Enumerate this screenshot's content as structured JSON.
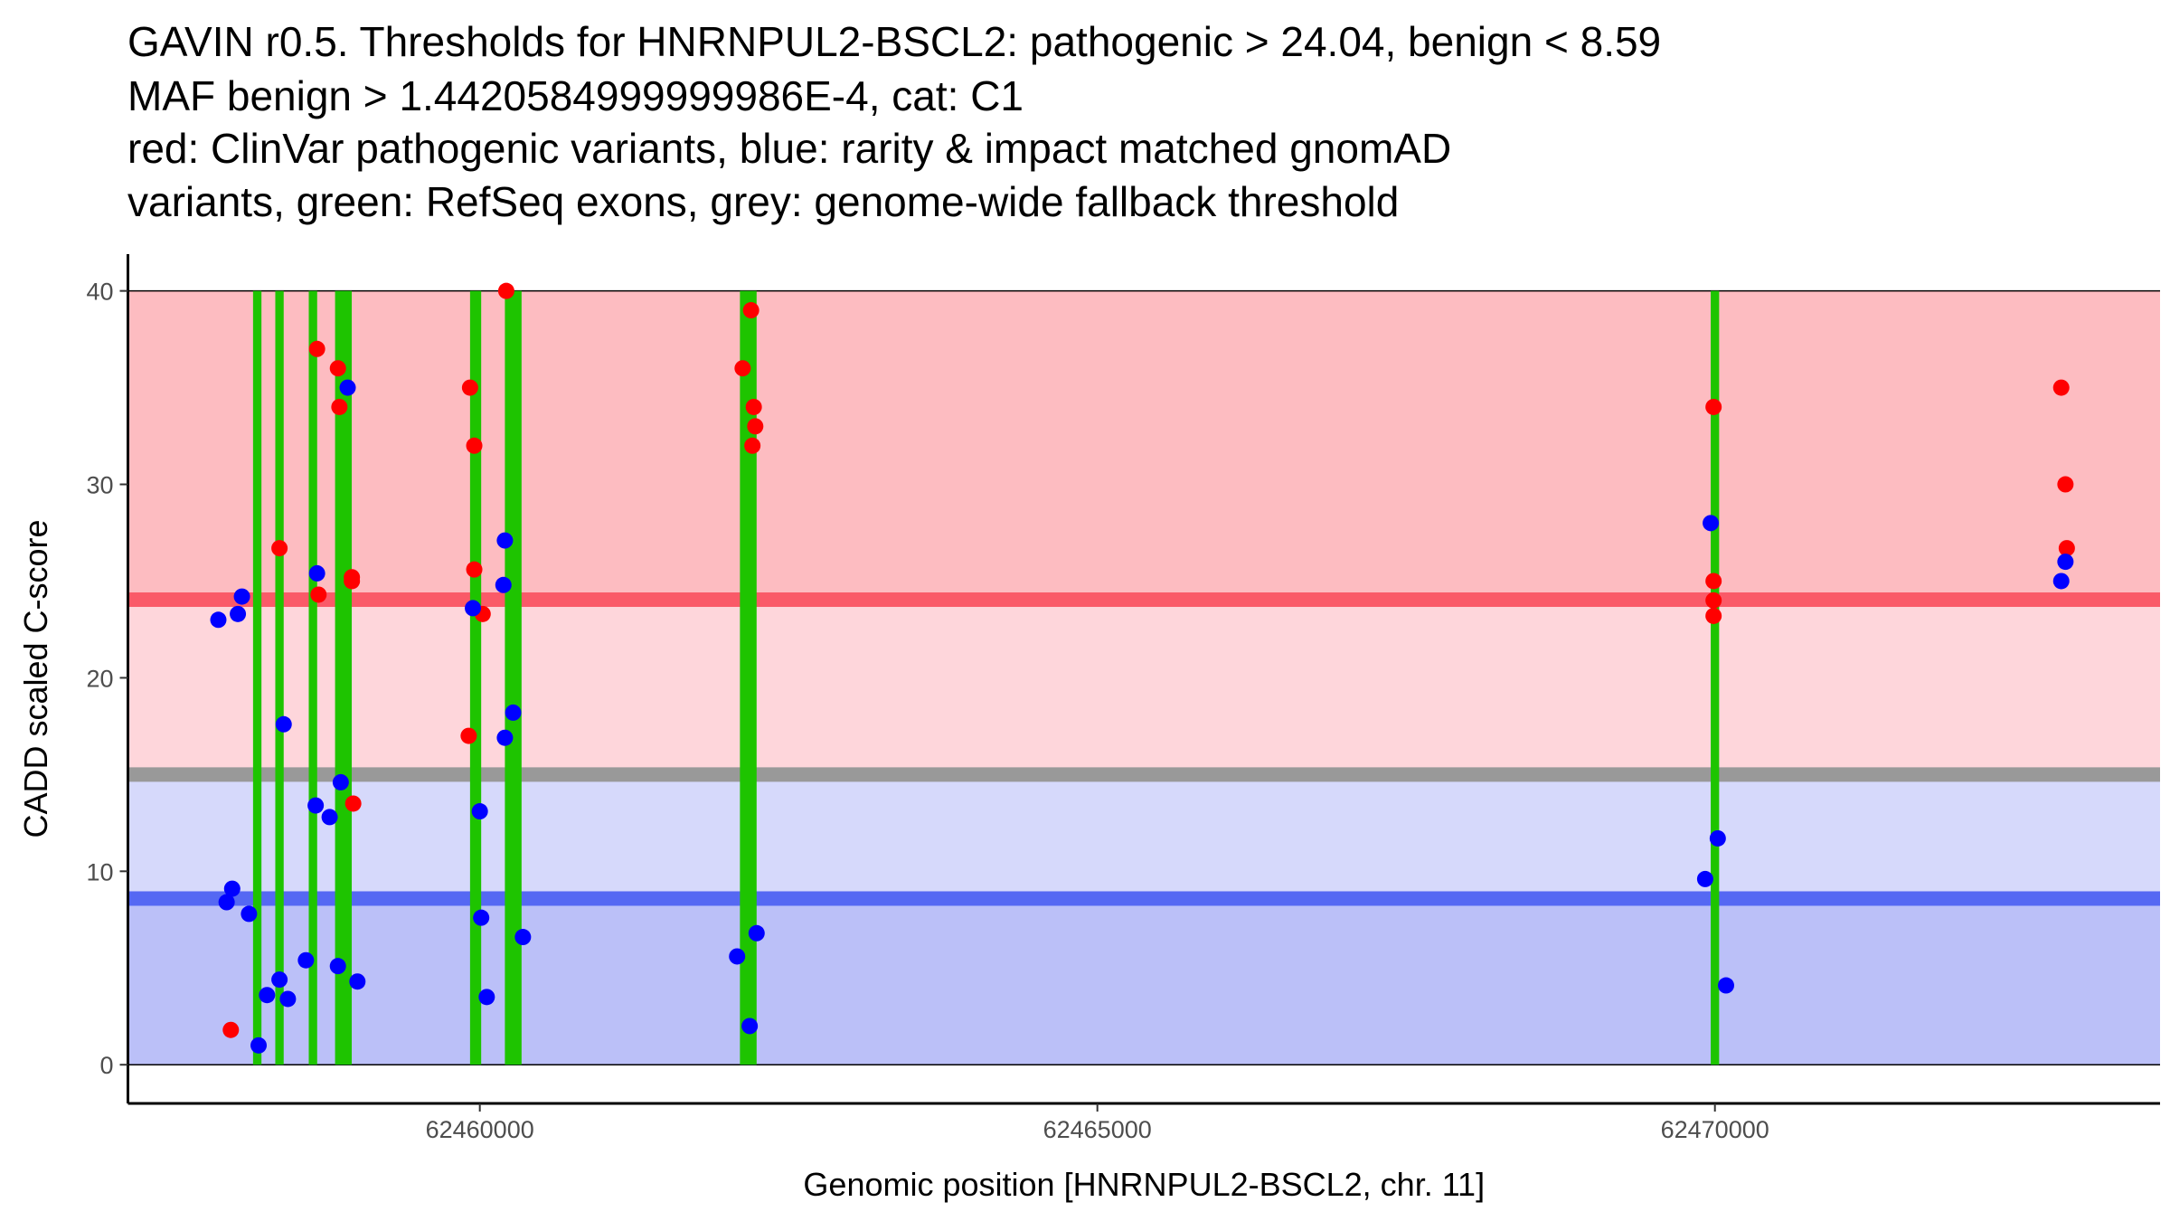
{
  "chart_data": {
    "type": "scatter",
    "title_lines": [
      "GAVIN r0.5. Thresholds for HNRNPUL2-BSCL2: pathogenic > 24.04, benign < 8.59",
      "MAF benign > 1.4420584999999986E-4, cat: C1",
      "red: ClinVar pathogenic variants, blue: rarity & impact matched gnomAD",
      "variants, green: RefSeq exons, grey: genome-wide fallback threshold"
    ],
    "xlabel": "Genomic position [HNRNPUL2-BSCL2, chr. 11]",
    "ylabel": "CADD scaled C-score",
    "xlim": [
      62457151,
      62473604
    ],
    "ylim": [
      -2,
      41.9
    ],
    "x_ticks": [
      {
        "value": 62460000,
        "label": "62460000"
      },
      {
        "value": 62465000,
        "label": "62465000"
      },
      {
        "value": 62470000,
        "label": "62470000"
      }
    ],
    "y_ticks": [
      {
        "value": 0,
        "label": "0"
      },
      {
        "value": 10,
        "label": "10"
      },
      {
        "value": 20,
        "label": "20"
      },
      {
        "value": 30,
        "label": "30"
      },
      {
        "value": 40,
        "label": "40"
      }
    ],
    "thresholds": {
      "pathogenic": 24.04,
      "benign": 8.59,
      "fallback": 15,
      "max": 40,
      "min": 0
    },
    "colors": {
      "pathogenic_band": "#fdbcc1",
      "grey_zone_upper": "#fed6db",
      "grey_zone_lower": "#d6d9fb",
      "benign_band": "#bbc0f8",
      "pathogenic_line": "#fa5a68",
      "fallback_line": "#999999",
      "benign_line": "#5568f3",
      "exon": "#1ec400",
      "clinvar": "#ff0000",
      "gnomad": "#0000ff"
    },
    "exons": [
      [
        62458164,
        62458232
      ],
      [
        62458344,
        62458412
      ],
      [
        62458615,
        62458683
      ],
      [
        62458828,
        62458963
      ],
      [
        62459921,
        62460011
      ],
      [
        62460203,
        62460338
      ],
      [
        62462106,
        62462241
      ],
      [
        62469966,
        62470034
      ]
    ],
    "series": [
      {
        "name": "ClinVar pathogenic",
        "color": "#ff0000",
        "points": [
          [
            62457984,
            1.8
          ],
          [
            62458378,
            26.7
          ],
          [
            62458682,
            37.0
          ],
          [
            62458694,
            24.3
          ],
          [
            62458851,
            36.0
          ],
          [
            62458863,
            34.0
          ],
          [
            62458964,
            25.0
          ],
          [
            62458964,
            25.2
          ],
          [
            62458975,
            13.5
          ],
          [
            62459921,
            35.0
          ],
          [
            62459955,
            32.0
          ],
          [
            62459955,
            25.6
          ],
          [
            62459910,
            17.0
          ],
          [
            62460023,
            23.3
          ],
          [
            62460214,
            40.0
          ],
          [
            62462128,
            36.0
          ],
          [
            62462196,
            39.0
          ],
          [
            62462218,
            34.0
          ],
          [
            62462230,
            33.0
          ],
          [
            62462207,
            32.0
          ],
          [
            62469989,
            34.0
          ],
          [
            62469989,
            25.0
          ],
          [
            62469989,
            24.0
          ],
          [
            62469989,
            23.2
          ],
          [
            62472804,
            35.0
          ],
          [
            62472838,
            30.0
          ],
          [
            62472849,
            26.7
          ]
        ]
      },
      {
        "name": "gnomAD matched",
        "color": "#0000ff",
        "points": [
          [
            62457883,
            23.0
          ],
          [
            62458041,
            23.3
          ],
          [
            62458074,
            24.2
          ],
          [
            62457950,
            8.4
          ],
          [
            62457995,
            9.1
          ],
          [
            62458131,
            7.8
          ],
          [
            62458209,
            1.0
          ],
          [
            62458277,
            3.6
          ],
          [
            62458378,
            4.4
          ],
          [
            62458446,
            3.4
          ],
          [
            62458412,
            17.6
          ],
          [
            62458592,
            5.4
          ],
          [
            62458682,
            25.4
          ],
          [
            62458671,
            13.4
          ],
          [
            62458784,
            12.8
          ],
          [
            62458874,
            14.6
          ],
          [
            62458851,
            5.1
          ],
          [
            62458930,
            35.0
          ],
          [
            62459009,
            4.3
          ],
          [
            62459944,
            23.6
          ],
          [
            62460000,
            13.1
          ],
          [
            62460011,
            7.6
          ],
          [
            62460056,
            3.5
          ],
          [
            62460203,
            27.1
          ],
          [
            62460191,
            24.8
          ],
          [
            62460203,
            16.9
          ],
          [
            62460270,
            18.2
          ],
          [
            62460349,
            6.6
          ],
          [
            62462083,
            5.6
          ],
          [
            62462185,
            2.0
          ],
          [
            62462241,
            6.8
          ],
          [
            62469966,
            28.0
          ],
          [
            62469921,
            9.6
          ],
          [
            62470023,
            11.7
          ],
          [
            62470090,
            4.1
          ],
          [
            62472804,
            25.0
          ],
          [
            62472838,
            26.0
          ]
        ]
      }
    ]
  }
}
